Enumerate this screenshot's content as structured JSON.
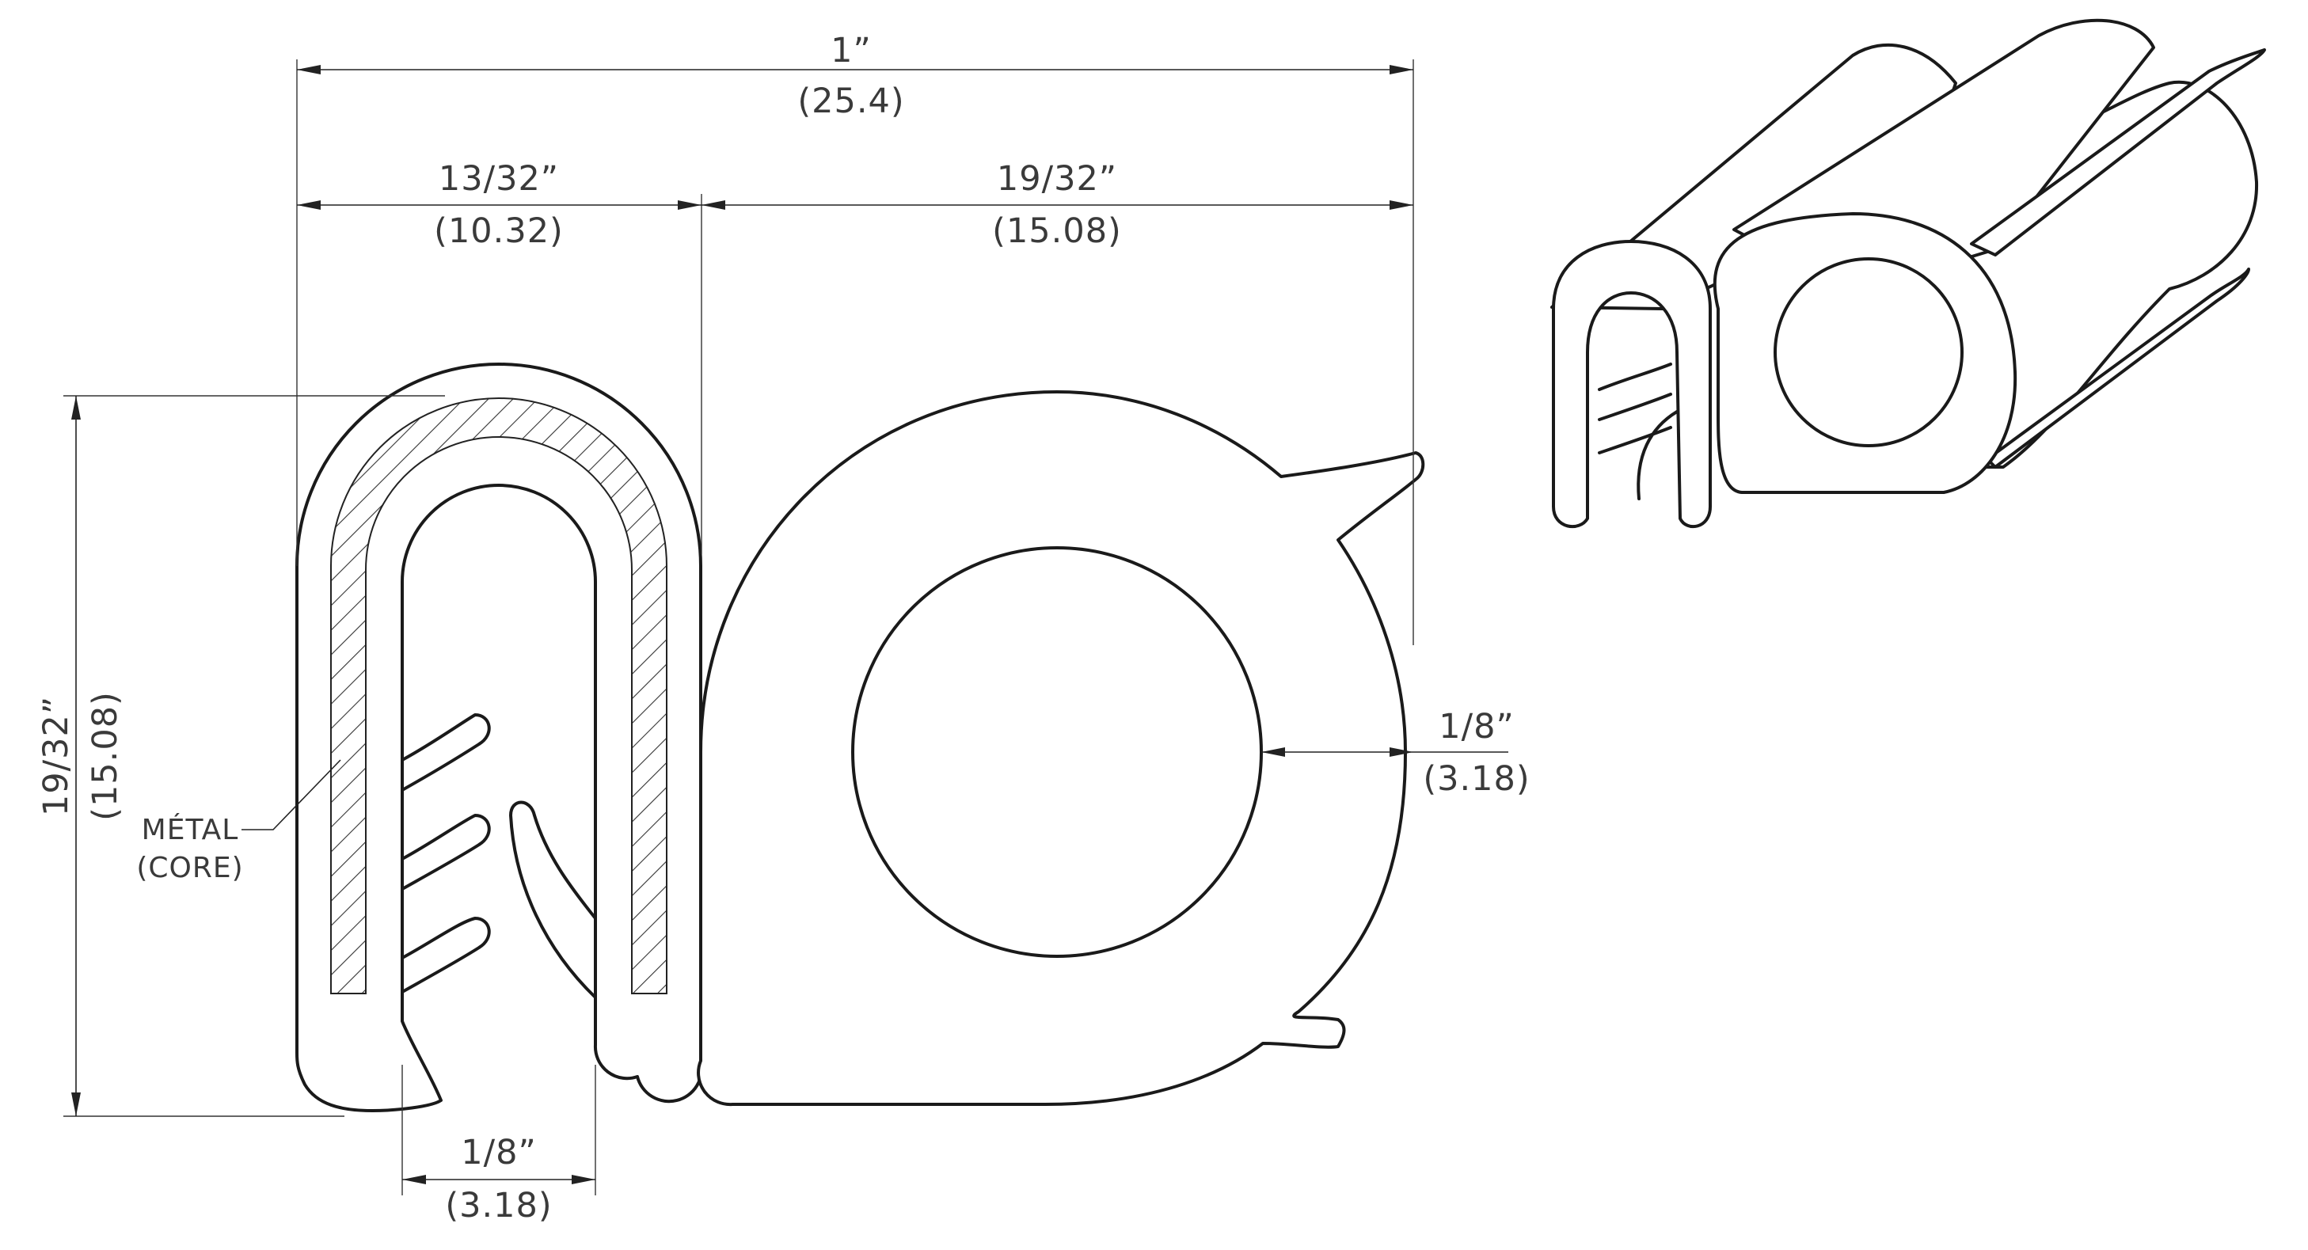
{
  "dimensions": {
    "overall_width": {
      "inch": "1”",
      "mm": "(25.4)"
    },
    "left_width": {
      "inch": "13/32”",
      "mm": "(10.32)"
    },
    "right_width": {
      "inch": "19/32”",
      "mm": "(15.08)"
    },
    "height": {
      "inch": "19/32”",
      "mm": "(15.08)"
    },
    "gap": {
      "inch": "1/8”",
      "mm": "(3.18)"
    },
    "bulb_wall": {
      "inch": "1/8”",
      "mm": "(3.18)"
    }
  },
  "callout": {
    "line1": "MÉTAL",
    "line2": "(CORE)"
  }
}
